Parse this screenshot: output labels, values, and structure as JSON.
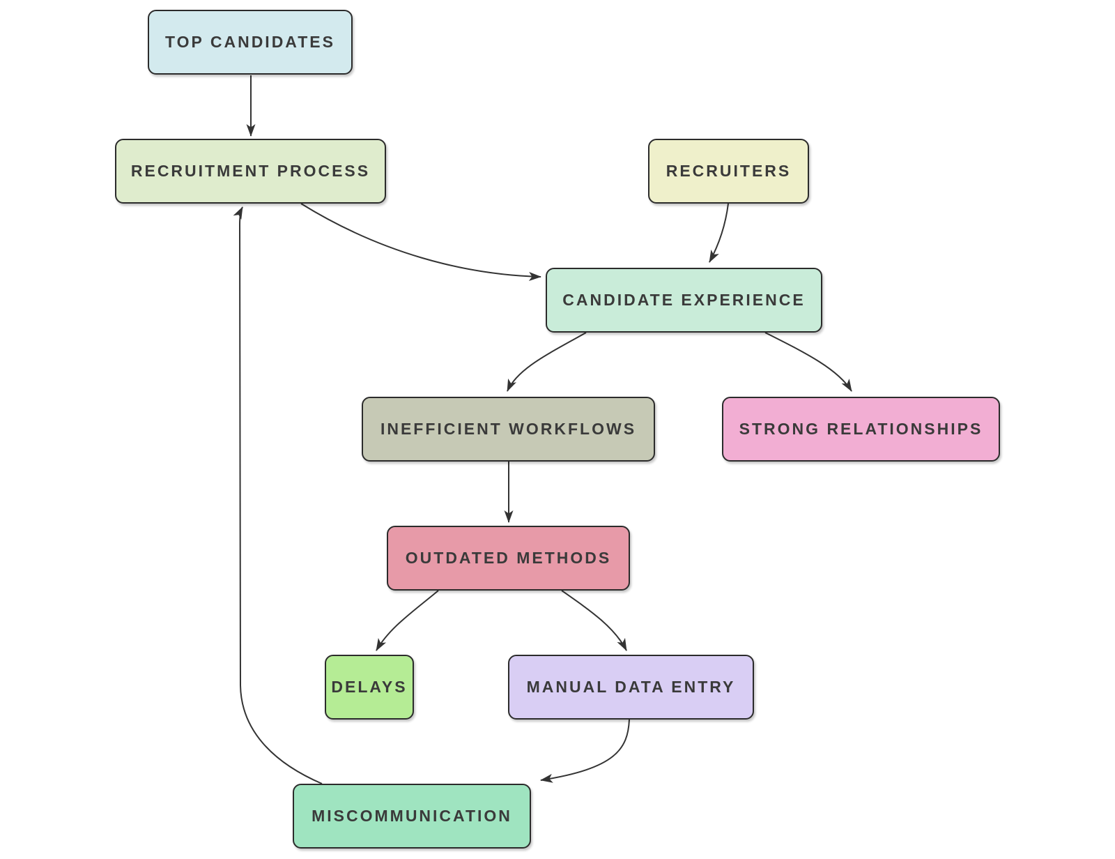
{
  "diagram": {
    "type": "flowchart",
    "background_color": "#ffffff",
    "edge_color": "#333333",
    "node_border_color": "#2b2b2b",
    "node_text_color": "#3a3a3a",
    "nodes": [
      {
        "id": "top-candidates",
        "label": "TOP CANDIDATES",
        "fill": "#d3eaee"
      },
      {
        "id": "recruitment-process",
        "label": "RECRUITMENT PROCESS",
        "fill": "#dfeccd"
      },
      {
        "id": "recruiters",
        "label": "RECRUITERS",
        "fill": "#eff0cb"
      },
      {
        "id": "candidate-experience",
        "label": "CANDIDATE EXPERIENCE",
        "fill": "#c9ecd9"
      },
      {
        "id": "inefficient-workflows",
        "label": "INEFFICIENT WORKFLOWS",
        "fill": "#c6c9b5"
      },
      {
        "id": "strong-relationships",
        "label": "STRONG RELATIONSHIPS",
        "fill": "#f2aed3"
      },
      {
        "id": "outdated-methods",
        "label": "OUTDATED METHODS",
        "fill": "#e79aa8"
      },
      {
        "id": "delays",
        "label": "DELAYS",
        "fill": "#b5ec95"
      },
      {
        "id": "manual-data-entry",
        "label": "MANUAL DATA ENTRY",
        "fill": "#d9cef4"
      },
      {
        "id": "miscommunication",
        "label": "MISCOMMUNICATION",
        "fill": "#9fe4c0"
      }
    ],
    "edges": [
      {
        "from": "top-candidates",
        "to": "recruitment-process"
      },
      {
        "from": "recruitment-process",
        "to": "candidate-experience"
      },
      {
        "from": "recruiters",
        "to": "candidate-experience"
      },
      {
        "from": "candidate-experience",
        "to": "inefficient-workflows"
      },
      {
        "from": "candidate-experience",
        "to": "strong-relationships"
      },
      {
        "from": "inefficient-workflows",
        "to": "outdated-methods"
      },
      {
        "from": "outdated-methods",
        "to": "delays"
      },
      {
        "from": "outdated-methods",
        "to": "manual-data-entry"
      },
      {
        "from": "manual-data-entry",
        "to": "miscommunication"
      },
      {
        "from": "miscommunication",
        "to": "recruitment-process"
      }
    ]
  }
}
